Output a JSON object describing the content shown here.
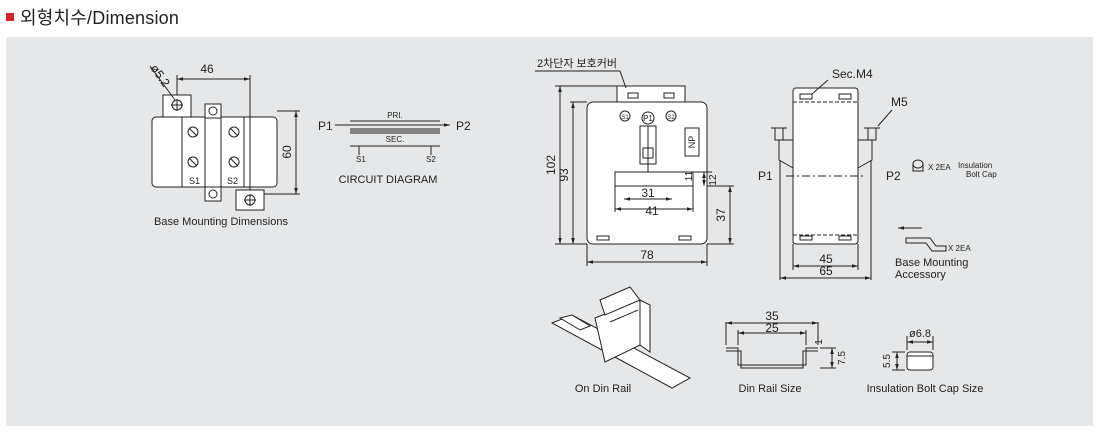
{
  "header": {
    "title": "외형치수/Dimension"
  },
  "figures": {
    "base_mounting": {
      "caption": "Base Mounting Dimensions",
      "dim_hole": "ø5.2",
      "dim_width": "46",
      "dim_height": "60",
      "terminal_s1": "S1",
      "terminal_s2": "S2"
    },
    "circuit": {
      "caption": "CIRCUIT DIAGRAM",
      "p1": "P1",
      "p2": "P2",
      "pri": "PRI.",
      "sec": "SEC.",
      "s1": "S1",
      "s2": "S2"
    },
    "front_view": {
      "cover_label": "2차단자 보호커버",
      "dim_102": "102",
      "dim_93": "93",
      "dim_78": "78",
      "dim_37": "37",
      "dim_31": "31",
      "dim_41": "41",
      "dim_11": "11",
      "dim_12": "12",
      "mark_s1": "S1",
      "mark_p1": "P1",
      "mark_s2": "S2",
      "mark_np": "NP"
    },
    "side_view": {
      "sec_m4": "Sec.M4",
      "m5": "M5",
      "p1": "P1",
      "p2": "P2",
      "dim_45": "45",
      "dim_65": "65",
      "cap_qty": "X 2EA",
      "cap_label_1": "Insulation",
      "cap_label_2": "Bolt Cap",
      "acc_qty": "X 2EA",
      "acc_label_1": "Base Mounting",
      "acc_label_2": "Accessory"
    },
    "din_rail": {
      "caption": "On Din Rail"
    },
    "din_rail_size": {
      "caption": "Din Rail Size",
      "dim_35": "35",
      "dim_25": "25",
      "dim_1": "1",
      "dim_7_5": "7.5"
    },
    "bolt_cap_size": {
      "caption": "Insulation Bolt Cap Size",
      "dim_dia": "ø6.8",
      "dim_h": "5.5"
    }
  }
}
